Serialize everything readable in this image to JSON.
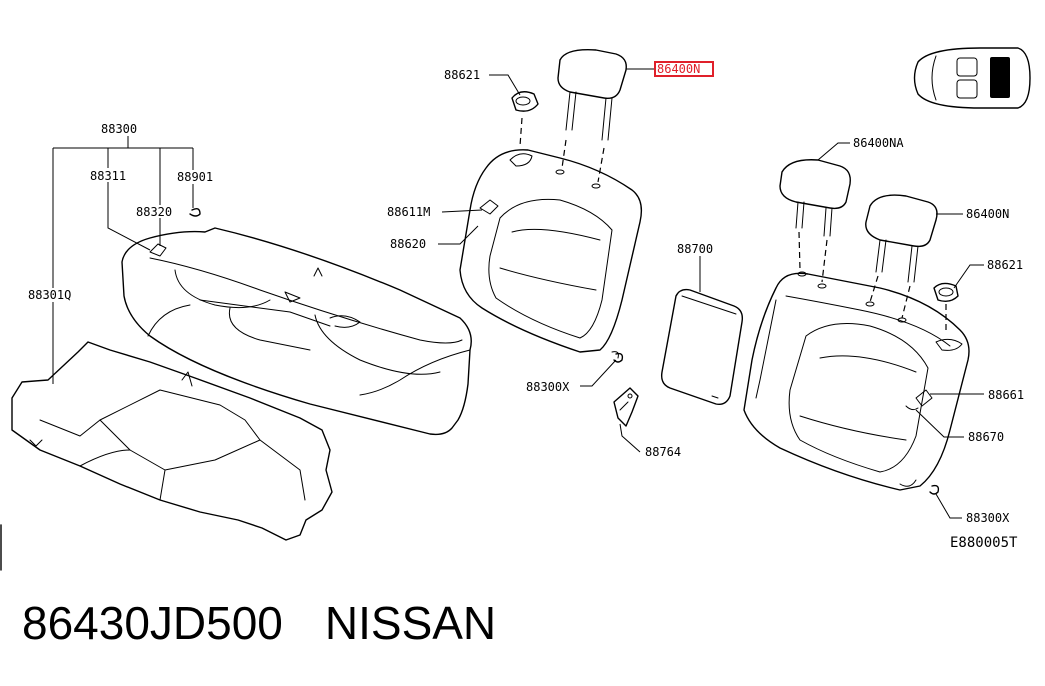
{
  "diagram": {
    "callouts": {
      "p88621_top": "88621",
      "p86400N_top": "86400N",
      "p88300": "88300",
      "p88311": "88311",
      "p88901": "88901",
      "p88320": "88320",
      "p88301Q": "88301Q",
      "p88611M": "88611M",
      "p88620": "88620",
      "p88700": "88700",
      "p88300X_mid": "88300X",
      "p88764": "88764",
      "p86400NA": "86400NA",
      "p86400N_right": "86400N",
      "p88621_right": "88621",
      "p88661": "88661",
      "p88670": "88670",
      "p88300X_right": "88300X"
    },
    "figure_code": "E880005T",
    "highlight_color": "#e0202a"
  },
  "caption": {
    "part_number": "86430JD500",
    "brand": "NISSAN"
  }
}
